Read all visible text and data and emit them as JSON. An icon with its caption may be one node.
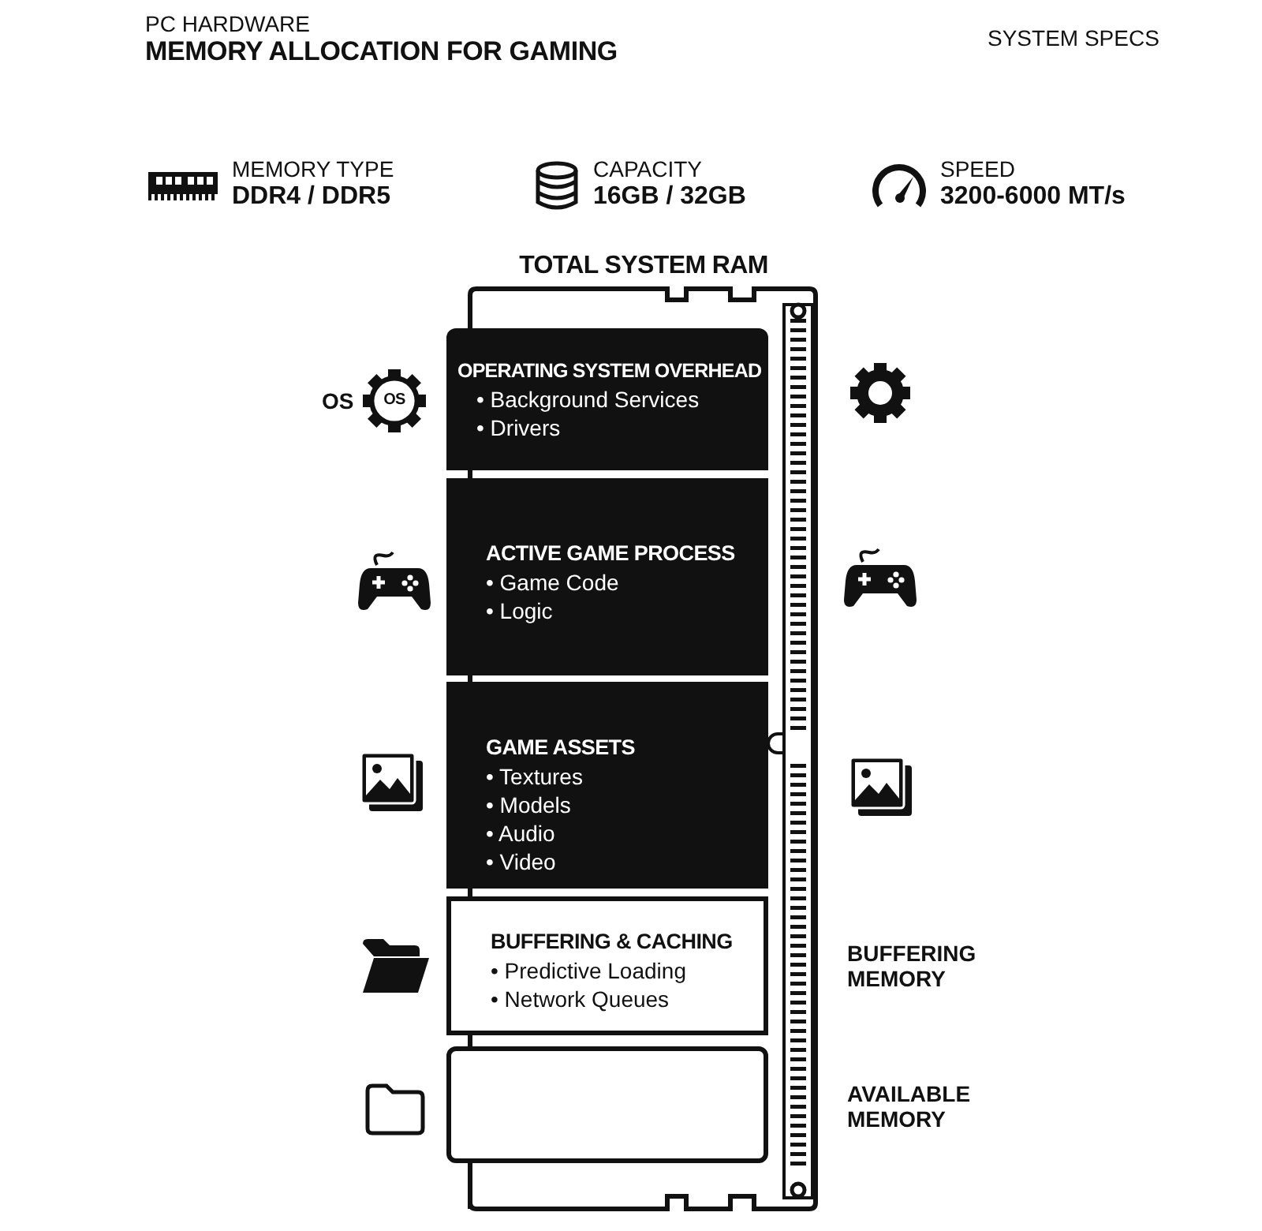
{
  "diagram": {
    "title": "MEMORY ALLOCATION FOR GAMING",
    "nodes": [
      {
        "text": [
          "TOTAL SYSTEM RAM"
        ]
      },
      {
        "text": [
          "OPERATING SYSTEM OVERHEAD",
          "• Background Services",
          "• Drivers"
        ],
        "in": 0
      },
      {
        "text": [
          "ACTIVE GAME PROCESS",
          "• Game Code",
          "• Logic"
        ],
        "in": 0
      },
      {
        "text": [
          "GAME ASSETS",
          "• Textures",
          "• Models",
          "• Audio",
          "• Video"
        ],
        "in": 0
      },
      {
        "text": [
          "BUFFERING & CACHING",
          "• Predictive Loading",
          "• Network Queues"
        ],
        "in": 0
      },
      {
        "text": [],
        "shape": "box",
        "in": 0
      }
    ],
    "labels": [
      "PC HARDWARE",
      "SYSTEM SPECS",
      "MEMORY TYPE",
      "DDR4 / DDR5",
      "CAPACITY",
      "16GB / 32GB",
      "SPEED",
      "3200-6000 MT/s",
      "OS",
      "OS",
      "BUFFERING MEMORY",
      "AVAILABLE MEMORY"
    ]
  }
}
